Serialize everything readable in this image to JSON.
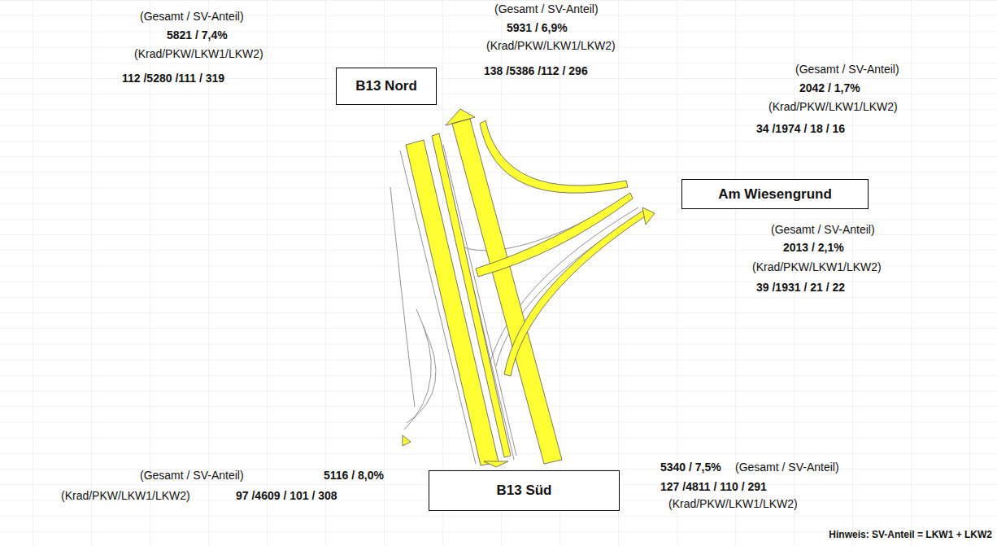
{
  "diagram": {
    "nodes": [
      {
        "text": [
          "B13 Nord"
        ]
      },
      {
        "text": [
          "Am Wiesengrund"
        ]
      },
      {
        "text": [
          "B13 Süd"
        ]
      }
    ],
    "labels": [
      "(Gesamt / SV-Anteil)",
      "5821 / 7,4%",
      "(Krad/PKW/LKW1/LKW2)",
      "112 /5280 /111 / 319",
      "(Gesamt / SV-Anteil)",
      "5931 / 6,9%",
      "(Krad/PKW/LKW1/LKW2)",
      "138 /5386 /112 / 296",
      "(Gesamt / SV-Anteil)",
      "2042 / 1,7%",
      "(Krad/PKW/LKW1/LKW2)",
      "34 /1974 / 18 / 16",
      "(Gesamt / SV-Anteil)",
      "2013 / 2,1%",
      "(Krad/PKW/LKW1/LKW2)",
      "39 /1931 / 21 / 22",
      "(Gesamt / SV-Anteil)",
      "5116 / 8,0%",
      "(Krad/PKW/LKW1/LKW2)",
      "97 /4609 / 101 / 308",
      "5340 / 7,5%",
      "(Gesamt / SV-Anteil)",
      "127 /4811 / 110 / 291",
      "(Krad/PKW/LKW1/LKW2)",
      "Hinweis: SV-Anteil = LKW1 + LKW2"
    ]
  }
}
